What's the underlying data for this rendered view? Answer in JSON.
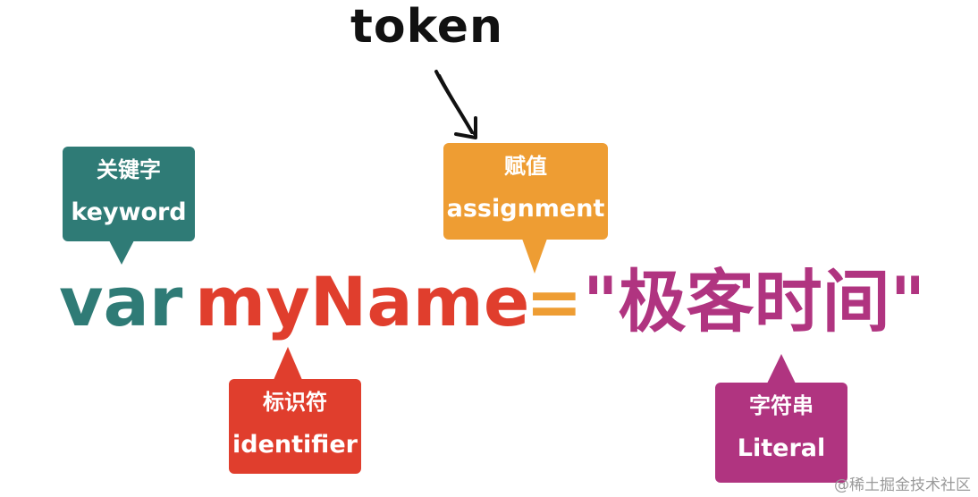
{
  "title": "token",
  "code_line": {
    "keyword": "var",
    "identifier": "myName",
    "assignment": "=",
    "literal": "\"极客时间\""
  },
  "callouts": {
    "keyword": {
      "zh": "关键字",
      "en": "keyword",
      "color": "#2f7b76"
    },
    "assignment": {
      "zh": "赋值",
      "en": "assignment",
      "color": "#ee9d33"
    },
    "identifier": {
      "zh": "标识符",
      "en": "identifier",
      "color": "#e03e2d"
    },
    "literal": {
      "zh": "字符串",
      "en": "Literal",
      "color": "#b03480"
    }
  },
  "watermark": "@稀土掘金技术社区"
}
